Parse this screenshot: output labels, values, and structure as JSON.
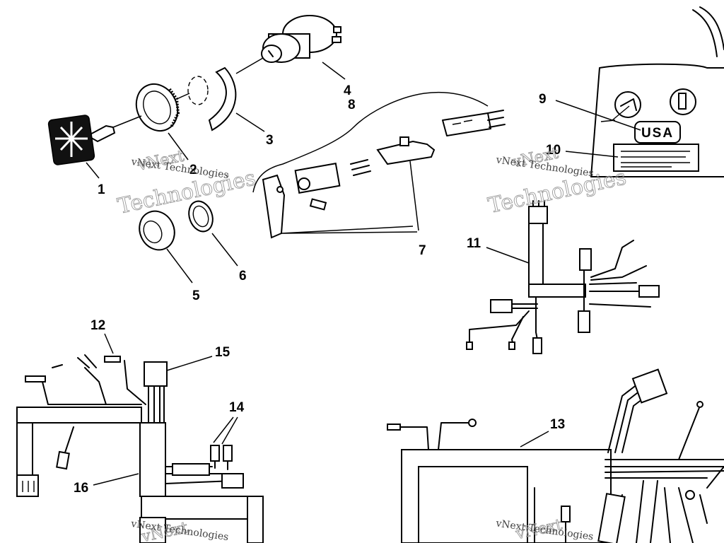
{
  "callouts": [
    "1",
    "2",
    "3",
    "4",
    "5",
    "6",
    "7",
    "8",
    "9",
    "10",
    "11",
    "12",
    "13",
    "14",
    "15",
    "16"
  ],
  "label_plate": "USA",
  "watermark": {
    "small": "vNext Technologies",
    "big_top": "vNext",
    "big_bottom": "Technologies"
  }
}
